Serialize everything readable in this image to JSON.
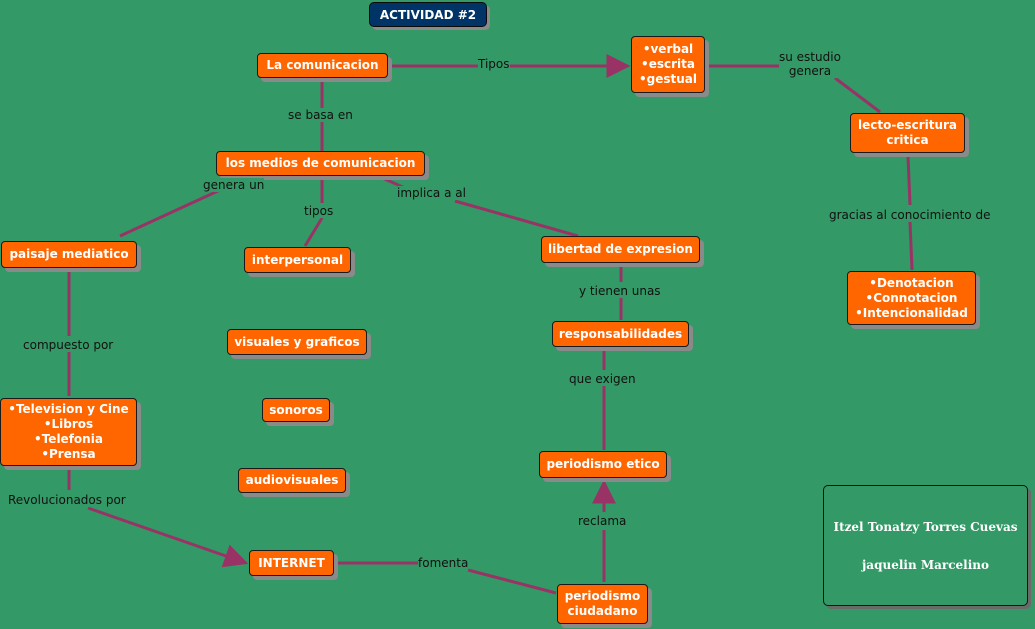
{
  "title": "ACTIVIDAD #2",
  "nodes": {
    "comunicacion": "La comunicacion",
    "tipos_list": [
      "•verbal",
      "•escrita",
      "•gestual"
    ],
    "lecto": [
      "lecto-escritura",
      "critica"
    ],
    "denotacion": [
      "•Denotacion",
      "•Connotacion",
      "•Intencionalidad"
    ],
    "medios": "los medios de comunicacion",
    "paisaje": "paisaje mediatico",
    "interpersonal": "interpersonal",
    "libertad": "libertad de expresion",
    "responsabilidades": "responsabilidades",
    "visuales": "visuales y graficos",
    "sonoros": "sonoros",
    "audiovisuales": "audiovisuales",
    "television_list": [
      "•Television y Cine",
      "•Libros",
      "•Telefonia",
      "•Prensa"
    ],
    "internet": "INTERNET",
    "periodismo_etico": "periodismo etico",
    "periodismo_ciudadano": [
      "periodismo",
      "ciudadano"
    ]
  },
  "links": {
    "tipos": "Tipos",
    "su_estudio": [
      "su estudio",
      "genera"
    ],
    "se_basa_en": "se basa en",
    "genera_un": "genera un",
    "tipos2": "tipos",
    "implica": "implica a al",
    "gracias": "gracias al conocimiento de",
    "tienen_unas": "y tienen unas",
    "compuesto": "compuesto por",
    "exigen": "que exigen",
    "revolucionados": "Revolucionados por",
    "reclama": "reclama",
    "fomenta": "fomenta"
  },
  "authors": [
    "Itzel Tonatzy Torres Cuevas",
    "jaquelin Marcelino"
  ],
  "colors": {
    "background": "#339966",
    "node_fill": "#ff6600",
    "title_fill": "#003366",
    "link": "#993366"
  }
}
